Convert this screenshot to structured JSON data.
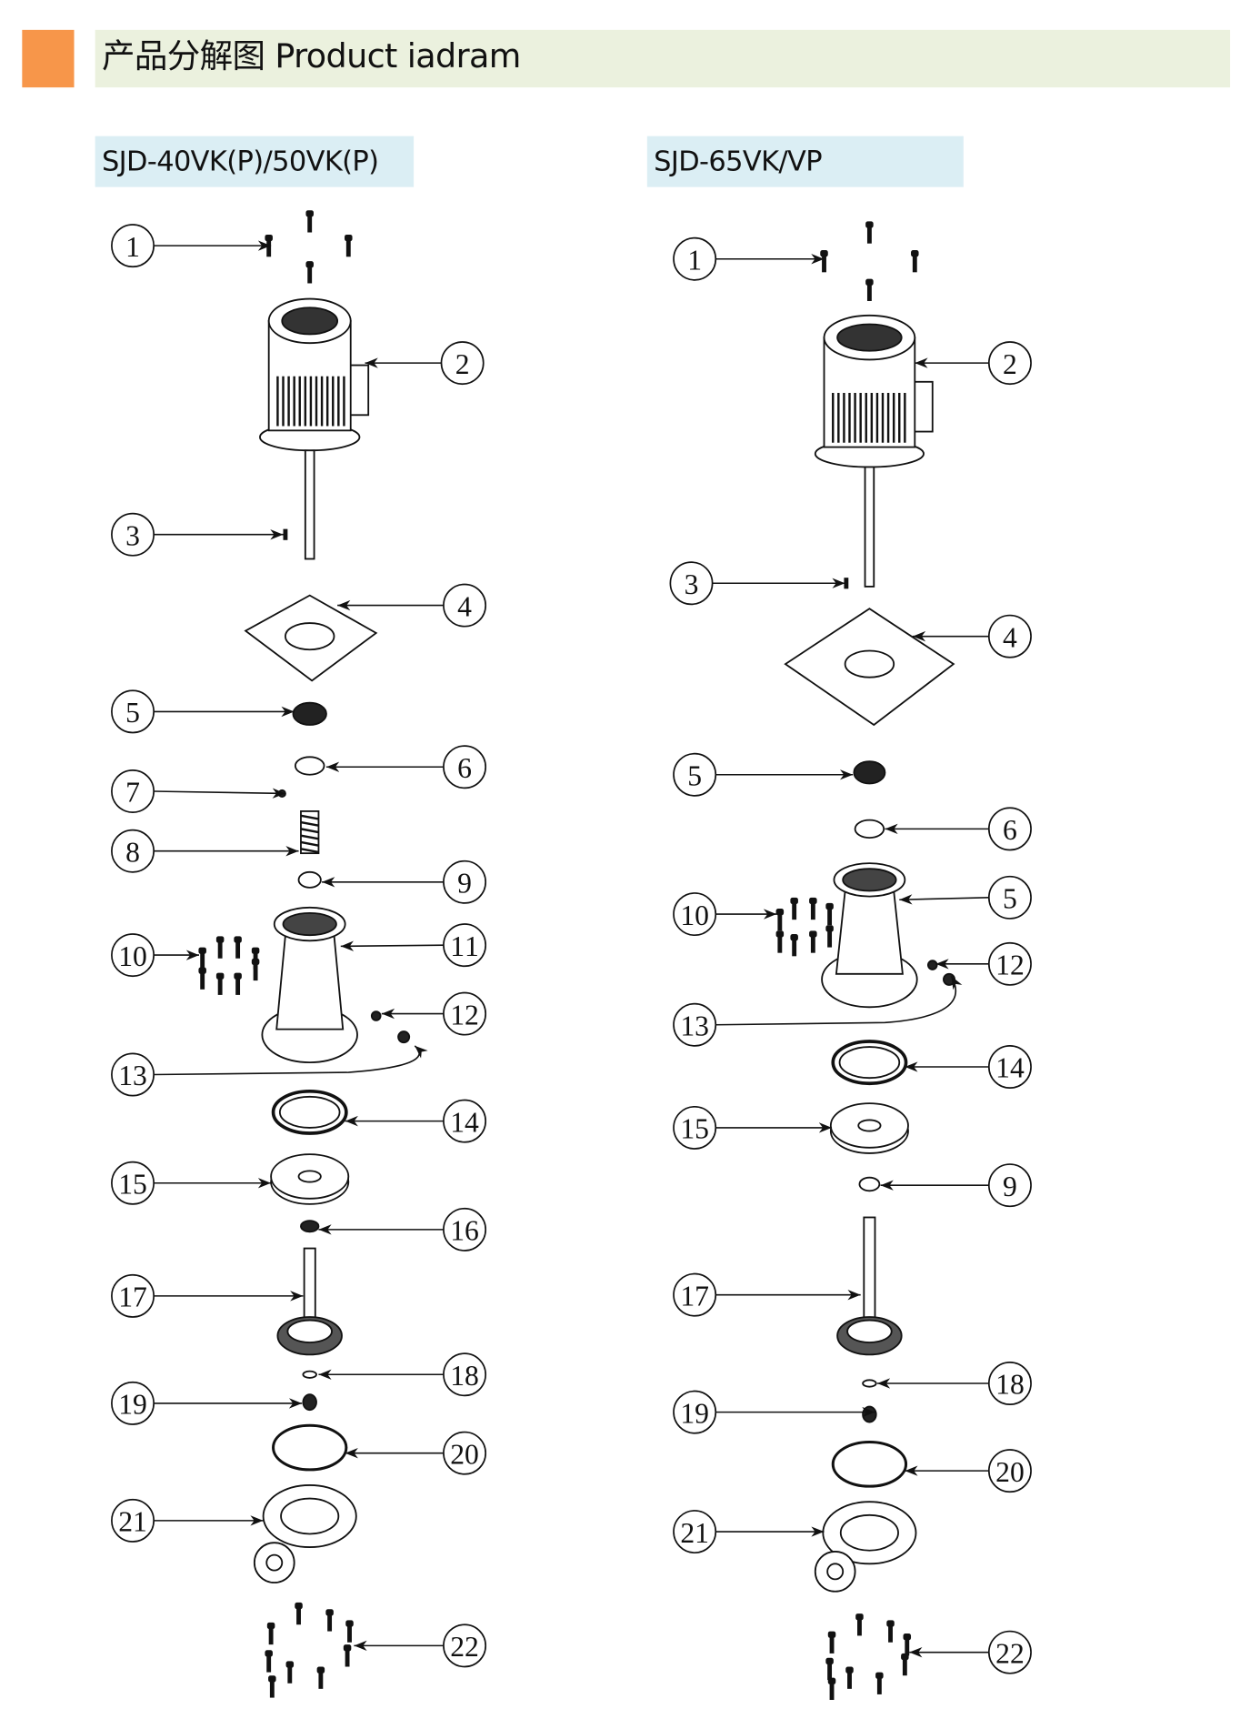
{
  "header": {
    "title": "产品分解图 Product iadram",
    "accent_color": "#f7964a",
    "bar_color": "#ebf1de"
  },
  "models": [
    {
      "name": "SJD-40VK(P)/50VK(P)",
      "label_bg": "#dbeef4",
      "callouts": [
        "1",
        "2",
        "3",
        "4",
        "5",
        "6",
        "7",
        "8",
        "9",
        "10",
        "11",
        "12",
        "13",
        "14",
        "15",
        "16",
        "17",
        "18",
        "19",
        "20",
        "21",
        "22"
      ]
    },
    {
      "name": "SJD-65VK/VP",
      "label_bg": "#dbeef4",
      "callouts": [
        "1",
        "2",
        "3",
        "4",
        "5",
        "6",
        "10",
        "5",
        "12",
        "13",
        "14",
        "15",
        "9",
        "17",
        "18",
        "19",
        "20",
        "21",
        "22"
      ]
    }
  ]
}
